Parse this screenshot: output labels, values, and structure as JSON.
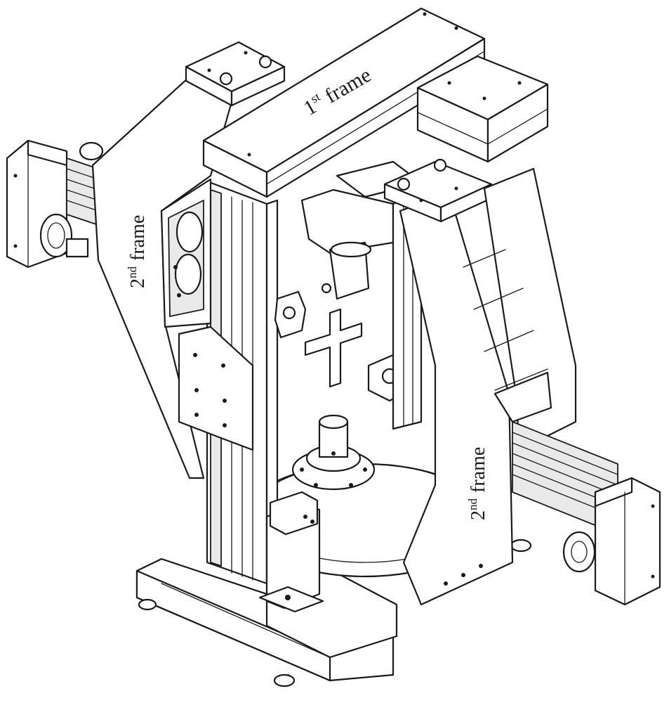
{
  "labels": {
    "first_frame": {
      "ordinal": "1",
      "suffix": "st",
      "word": "frame"
    },
    "second_frame_left": {
      "ordinal": "2",
      "suffix": "nd",
      "word": "frame"
    },
    "second_frame_right": {
      "ordinal": "2",
      "suffix": "nd",
      "word": "frame"
    }
  },
  "colors": {
    "line": "#1a1a1a",
    "background": "#ffffff",
    "shade": "#e9e9e9"
  }
}
